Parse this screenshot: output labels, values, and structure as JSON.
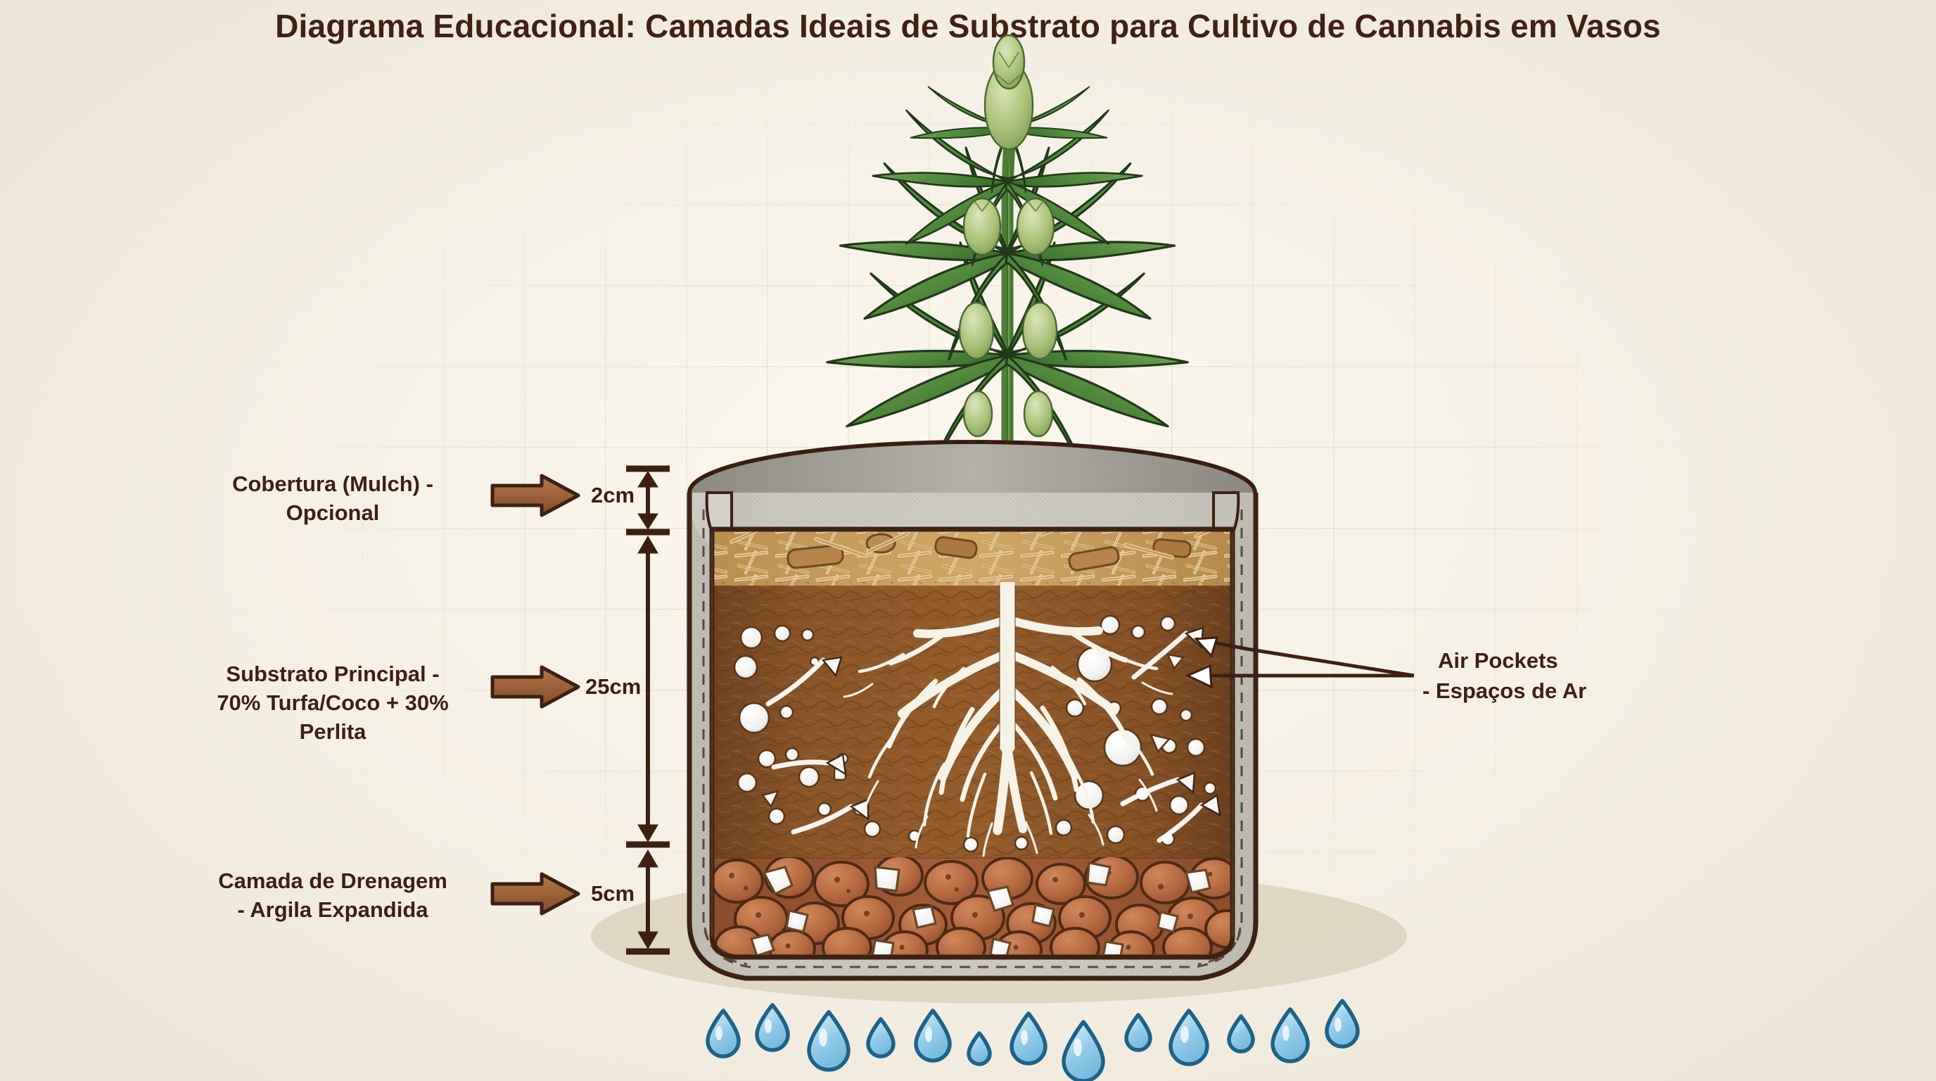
{
  "title": "Diagrama Educacional: Camadas Ideais de Substrato para Cultivo de Cannabis em Vasos",
  "labels": {
    "mulch_line1": "Cobertura (Mulch) -",
    "mulch_line2": "Opcional",
    "substrate_line1": "Substrato Principal -",
    "substrate_line2": "70% Turfa/Coco + 30%",
    "substrate_line3": "Perlita",
    "drainage_line1": "Camada de Drenagem",
    "drainage_line2": "- Argila Expandida",
    "airpockets_line1": "Air Pockets",
    "airpockets_line2": "- Espaços de Ar"
  },
  "dimensions": {
    "mulch": "2cm",
    "substrate": "25cm",
    "drainage": "5cm"
  },
  "layers": [
    {
      "name": "Cobertura (Mulch) - Opcional",
      "thickness_cm": 2,
      "material": "palha / lascas de madeira"
    },
    {
      "name": "Substrato Principal - 70% Turfa/Coco + 30% Perlita",
      "thickness_cm": 25,
      "material": "turfa/coco + perlita"
    },
    {
      "name": "Camada de Drenagem - Argila Expandida",
      "thickness_cm": 5,
      "material": "argila expandida + perlita"
    }
  ],
  "colors": {
    "background": "#f7f2e8",
    "title_text": "#402113",
    "label_text": "#3d2012",
    "arrow_fill": "#9c6239",
    "arrow_stroke": "#4a2611",
    "dimension_line": "#3d2012",
    "pot_fabric": "#c9c6bd",
    "pot_outline": "#3d2113",
    "mulch_straw": "#d9b479",
    "soil": "#8a5526",
    "clay_pebble": "#b5693f",
    "perlite": "#f4f4f2",
    "root": "#f6f2e6",
    "leaf_green": "#4e8b3c",
    "water_drop_fill": "#8ecbe8",
    "water_drop_stroke": "#1d6389",
    "shadow": "#ddd5c0"
  },
  "water_drops_count": 13,
  "icons": {
    "arrow": "right-arrow-icon",
    "dimension": "dimension-line-icon",
    "droplet": "water-droplet-icon",
    "plant": "cannabis-plant-icon",
    "pot": "fabric-pot-icon"
  }
}
